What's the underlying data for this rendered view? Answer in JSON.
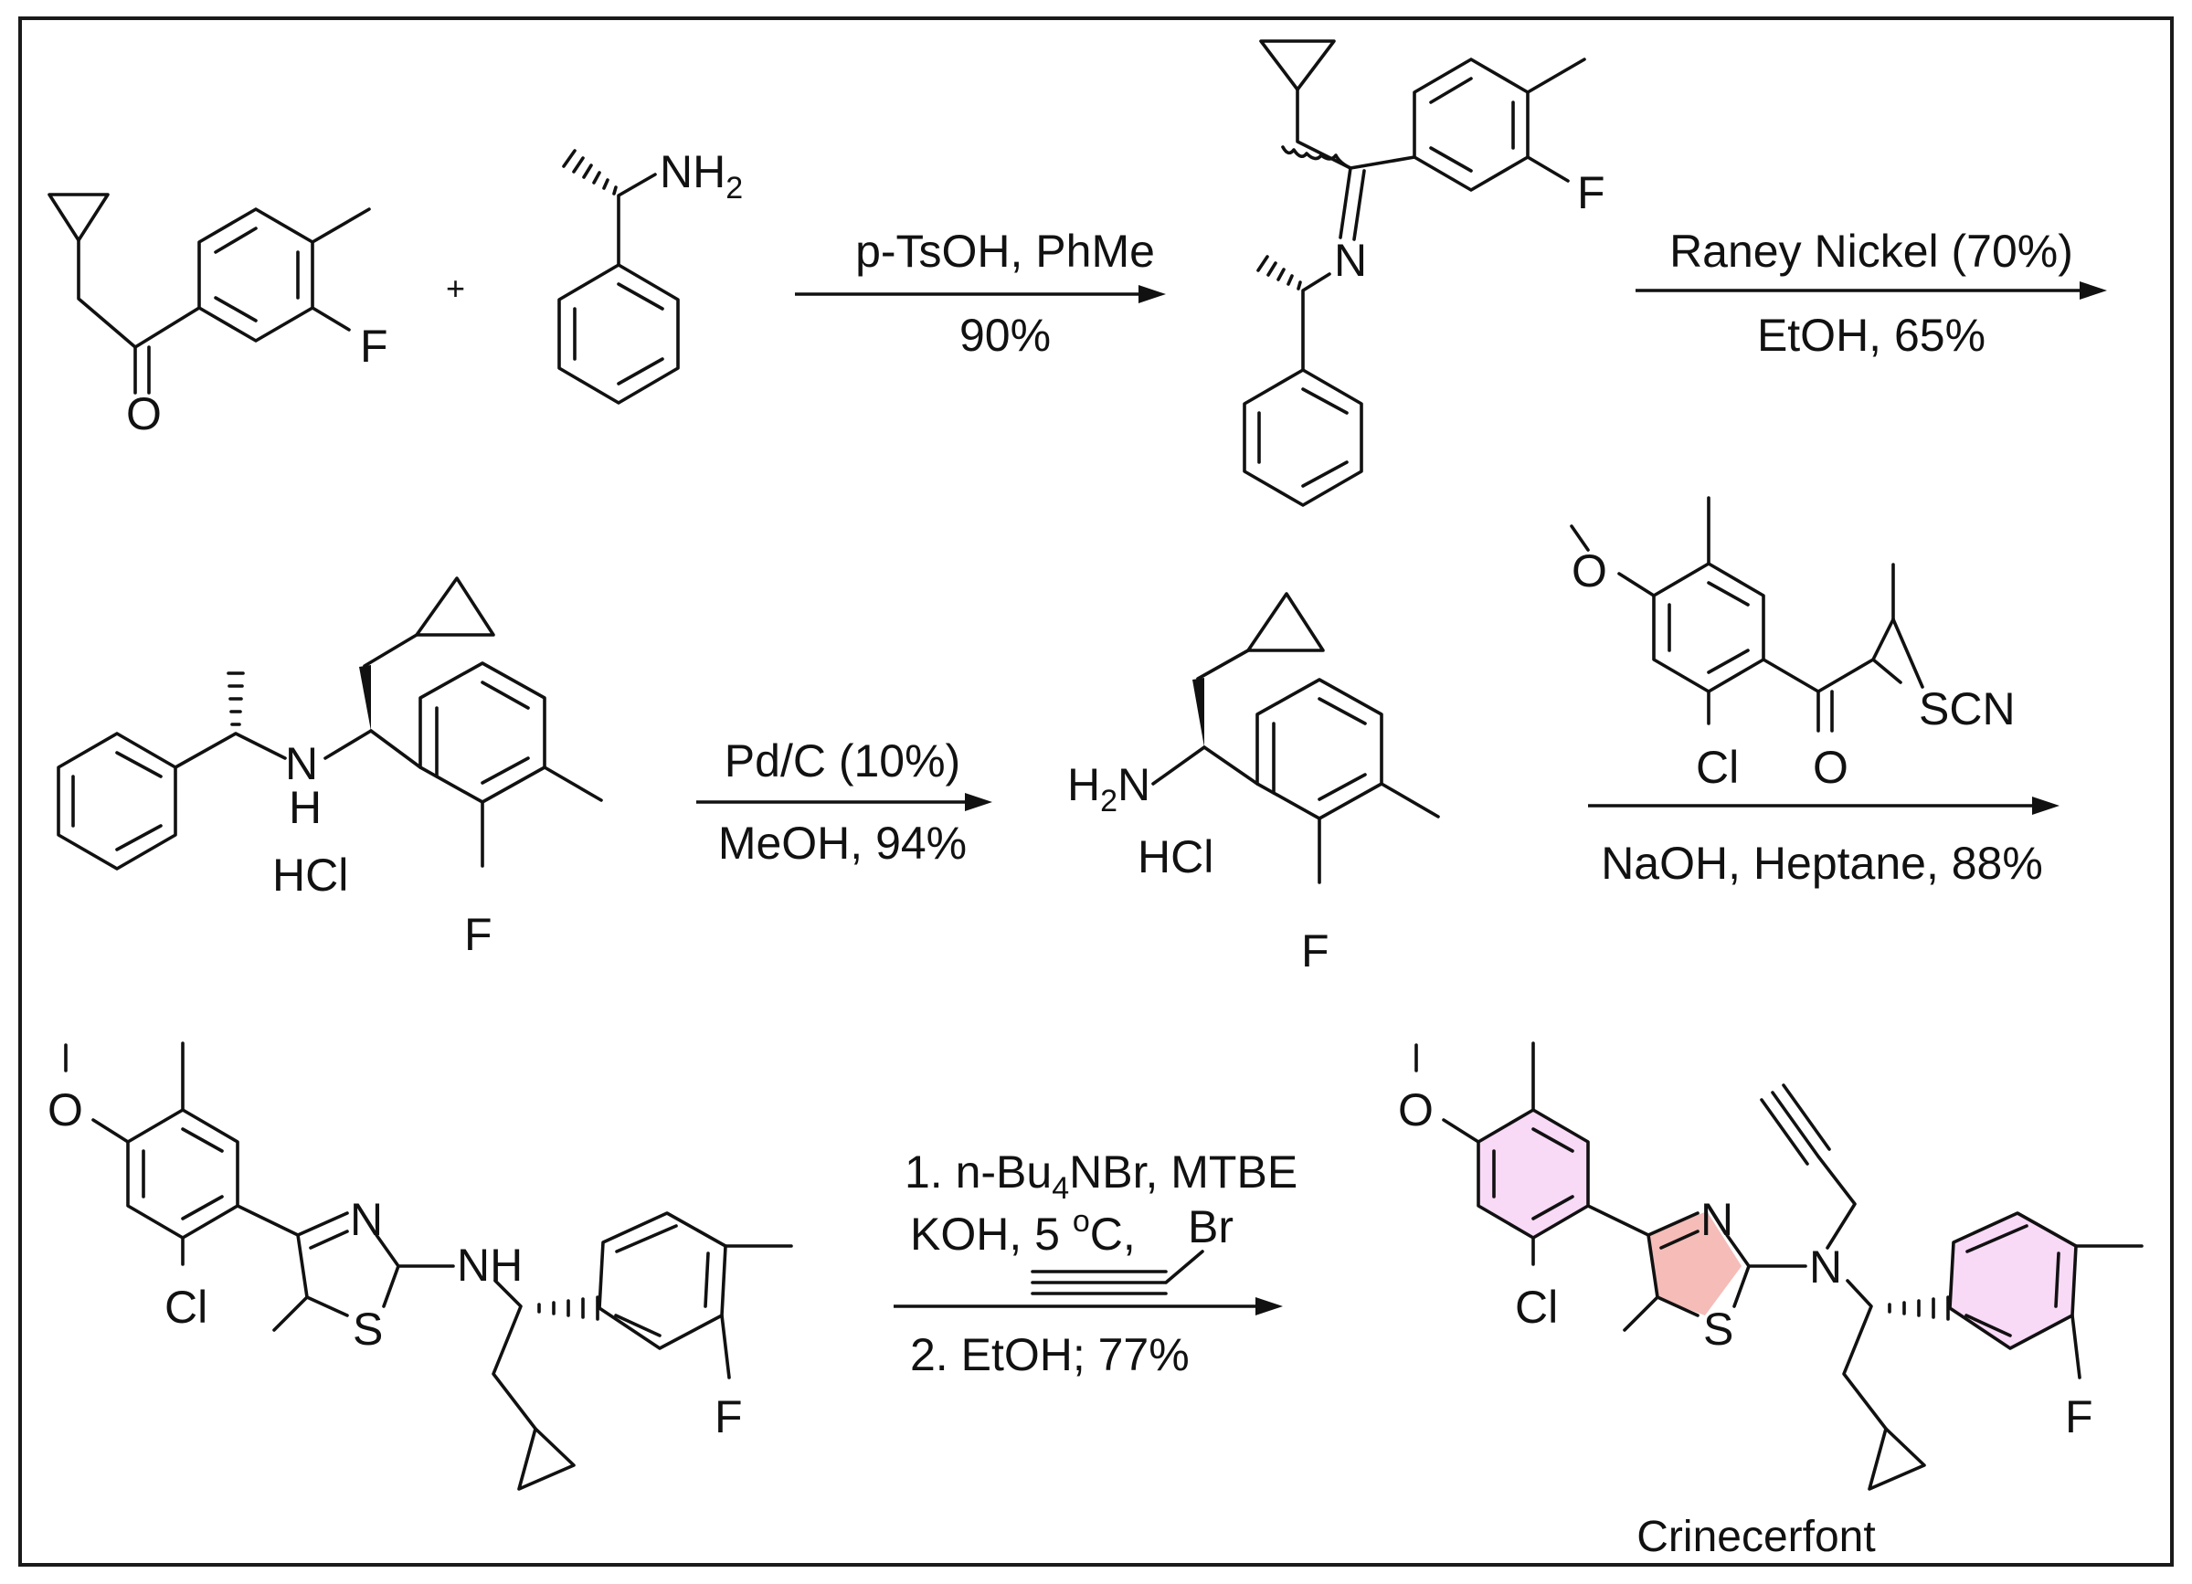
{
  "frame": {
    "border_color": "#1a1a1a"
  },
  "step1": {
    "plus": "+",
    "reagent_label": "NH",
    "reagent_sub": "2",
    "conditions_above": "p-TsOH,  PhMe",
    "conditions_below": "90%",
    "ketone_atoms": {
      "o": "O",
      "f": "F"
    },
    "imine_atoms": {
      "n": "N",
      "f": "F"
    }
  },
  "step2": {
    "conditions_above": "Raney Nickel (70%)",
    "conditions_below": "EtOH, 65%"
  },
  "step3": {
    "amine_atoms": {
      "n": "N",
      "h": "H",
      "f": "F",
      "salt": "HCl"
    },
    "conditions_above": "Pd/C (10%)",
    "conditions_below": "MeOH, 94%",
    "product_atoms": {
      "h": "H",
      "h_sub": "2",
      "n": "N",
      "f": "F",
      "salt": "HCl"
    }
  },
  "step4": {
    "reagent_atoms": {
      "o_methoxy": "O",
      "cl": "Cl",
      "o_carbonyl": "O",
      "scn": "SCN"
    },
    "conditions_below": "NaOH, Heptane, 88%"
  },
  "step5": {
    "thiazole_atoms": {
      "o": "O",
      "cl": "Cl",
      "n_ring": "N",
      "s": "S",
      "nh": "NH",
      "f": "F"
    },
    "line1_prefix": "1. n-Bu",
    "line1_sub": "4",
    "line1_suffix": "NBr,  MTBE",
    "line2_prefix": "KOH, 5 ",
    "line2_sup": "o",
    "line2_suffix": "C,",
    "propargyl_br": "Br",
    "conditions_below": "2. EtOH; 77%",
    "product_atoms": {
      "o": "O",
      "cl": "Cl",
      "n_ring": "N",
      "s": "S",
      "n_amine": "N",
      "f": "F"
    },
    "product_name": "Crinecerfont"
  },
  "highlights": {
    "aryl_fill": "#f8d9f6",
    "thiazole_fill": "#f5bcb8"
  }
}
